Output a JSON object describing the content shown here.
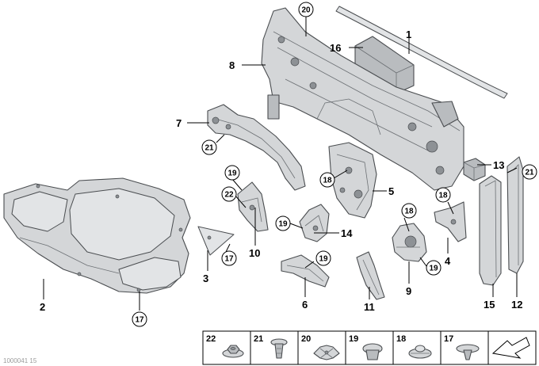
{
  "labels": {
    "l1": "1",
    "l2": "2",
    "l3": "3",
    "l4": "4",
    "l5": "5",
    "l6": "6",
    "l7": "7",
    "l8": "8",
    "l9": "9",
    "l10": "10",
    "l11": "11",
    "l12": "12",
    "l13": "13",
    "l14": "14",
    "l15": "15",
    "l16": "16"
  },
  "callouts": {
    "c20_top": "20",
    "c21_left": "21",
    "c19_a": "19",
    "c22": "22",
    "c18_a": "18",
    "c19_b": "19",
    "c17_a": "17",
    "c19_c": "19",
    "c18_b": "18",
    "c18_c": "18",
    "c19_d": "19",
    "c21_right": "21",
    "c17_b": "17"
  },
  "legend": [
    "22",
    "21",
    "20",
    "19",
    "18",
    "17"
  ],
  "watermark": "1000041 15"
}
